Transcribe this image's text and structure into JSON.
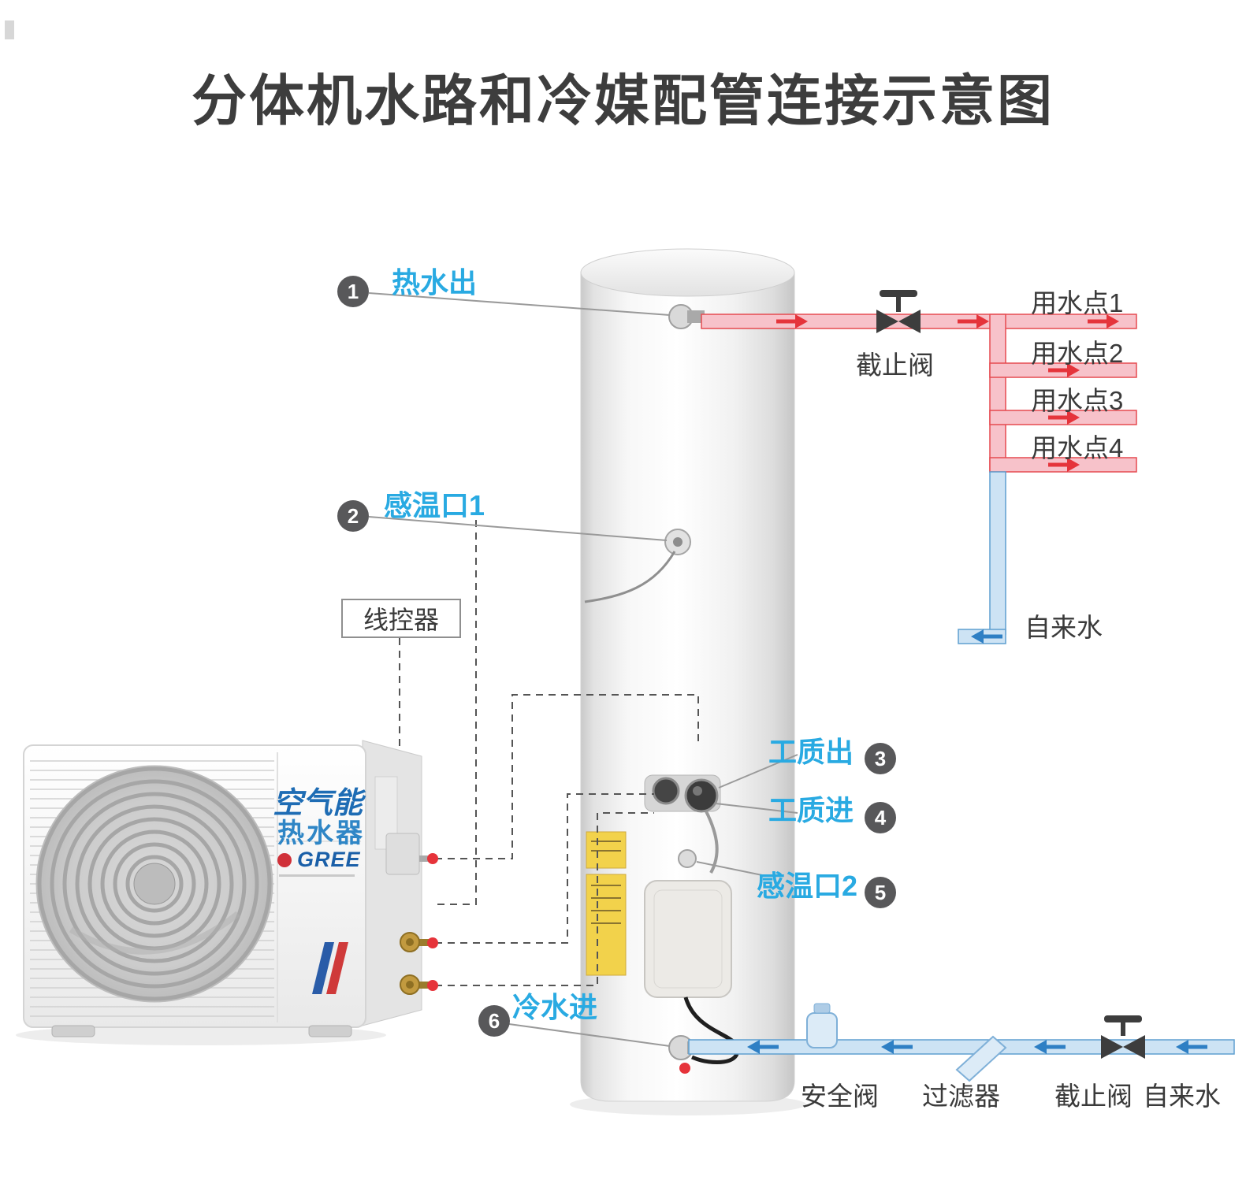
{
  "title": "分体机水路和冷媒配管连接示意图",
  "callouts": [
    {
      "num": "1",
      "label": "热水出"
    },
    {
      "num": "2",
      "label": "感温口1"
    },
    {
      "num": "3",
      "label": "工质出"
    },
    {
      "num": "4",
      "label": "工质进"
    },
    {
      "num": "5",
      "label": "感温口2"
    },
    {
      "num": "6",
      "label": "冷水进"
    }
  ],
  "controller": {
    "label": "线控器"
  },
  "hot_water_line": {
    "valve_label": "截止阀",
    "outlets": [
      "用水点1",
      "用水点2",
      "用水点3",
      "用水点4"
    ]
  },
  "cold_water_line": {
    "tap_label_right": "自来水",
    "bottom_labels": [
      "安全阀",
      "过滤器",
      "截止阀",
      "自来水"
    ]
  },
  "outdoor_unit": {
    "badge_line1": "空气能",
    "badge_line2": "热水器",
    "brand": "GREE"
  },
  "colors": {
    "accent_cyan": "#29aae2",
    "hot_pipe": "#e64a50",
    "cold_pipe": "#5f9fd0",
    "text_dark": "#3d3d3d"
  }
}
